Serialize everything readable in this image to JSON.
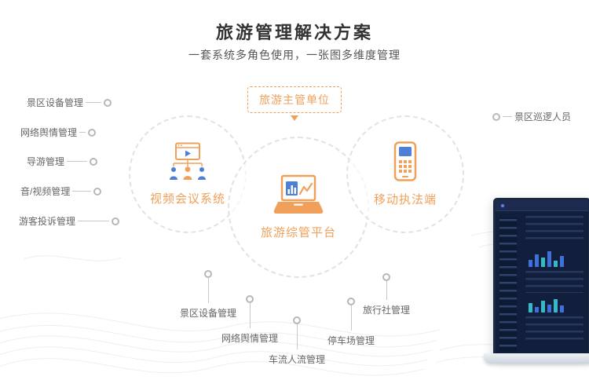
{
  "page": {
    "title": "旅游管理解决方案",
    "subtitle": "一套系统多角色使用，一张图多维度管理"
  },
  "badge": {
    "label": "旅游主管单位"
  },
  "circles": {
    "left": {
      "label": "视频会议系统",
      "icon": "video-conference-icon"
    },
    "center": {
      "label": "旅游综管平台",
      "icon": "laptop-analytics-icon"
    },
    "right": {
      "label": "移动执法端",
      "icon": "mobile-terminal-icon"
    }
  },
  "left_labels": [
    "景区设备管理",
    "网络舆情管理",
    "导游管理",
    "音/视频管理",
    "游客投诉管理"
  ],
  "right_labels": [
    "景区巡逻人员"
  ],
  "bottom_labels": [
    "景区设备管理",
    "网络舆情管理",
    "车流人流管理",
    "停车场管理",
    "旅行社管理"
  ],
  "colors": {
    "accent_orange": "#F0A05A",
    "icon_blue": "#4D7FD6",
    "title_text": "#333333",
    "label_text": "#666666",
    "connector_line": "#C9C9C9",
    "dashboard_bg": "#111F3C"
  }
}
